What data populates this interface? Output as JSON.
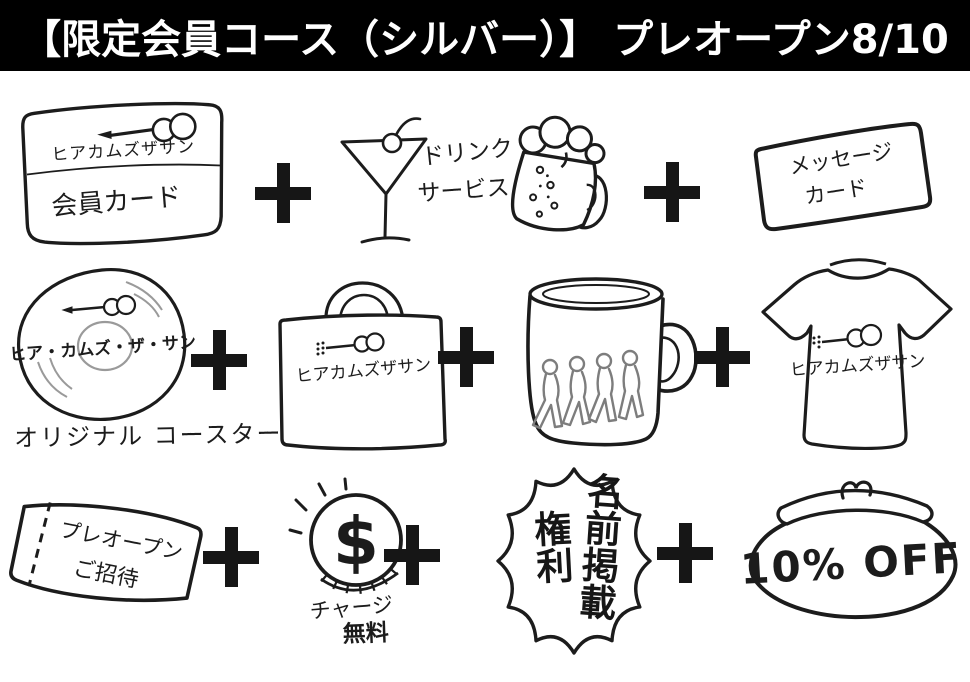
{
  "header": {
    "title": "【限定会員コース（シルバー）】 プレオープン8/10",
    "bg_color": "#000000",
    "text_color": "#ffffff"
  },
  "colors": {
    "ink": "#1c1c1c",
    "pencil": "#7d7d7d",
    "plus": "#161616"
  },
  "icons": {
    "plus": "+",
    "guitar": "acoustic-guitar-sketch",
    "martini": "cocktail-glass-sketch",
    "beer": "beer-mug-sketch",
    "record": "record-coaster-sketch",
    "walkers": "abbey-road-walking-figures",
    "coin": "dollar-coin-sketch",
    "purse": "coin-purse-sketch",
    "burst": "starburst-sketch"
  },
  "items": {
    "membership_card": {
      "brand": "ヒアカムズザサン",
      "label": "会員カード"
    },
    "drink_service": {
      "line1": "ドリンク",
      "line2": "サービス"
    },
    "message_card": {
      "line1": "メッセージ",
      "line2": "カード"
    },
    "coaster": {
      "logo": "ヒア・カムズ・ザ・サン",
      "caption": "オリジナル コースター"
    },
    "tote_bag": {
      "logo": "ヒアカムズザサン"
    },
    "tshirt": {
      "logo": "ヒアカムズザサン"
    },
    "invitation": {
      "line1": "プレオープン",
      "line2": "ご招待"
    },
    "charge_free": {
      "coin_symbol": "$",
      "line1": "チャージ",
      "line2": "無料"
    },
    "name_listing": {
      "text_main": "名前掲載",
      "text_sub": "権利"
    },
    "purse": {
      "text": "10% OFF"
    }
  }
}
